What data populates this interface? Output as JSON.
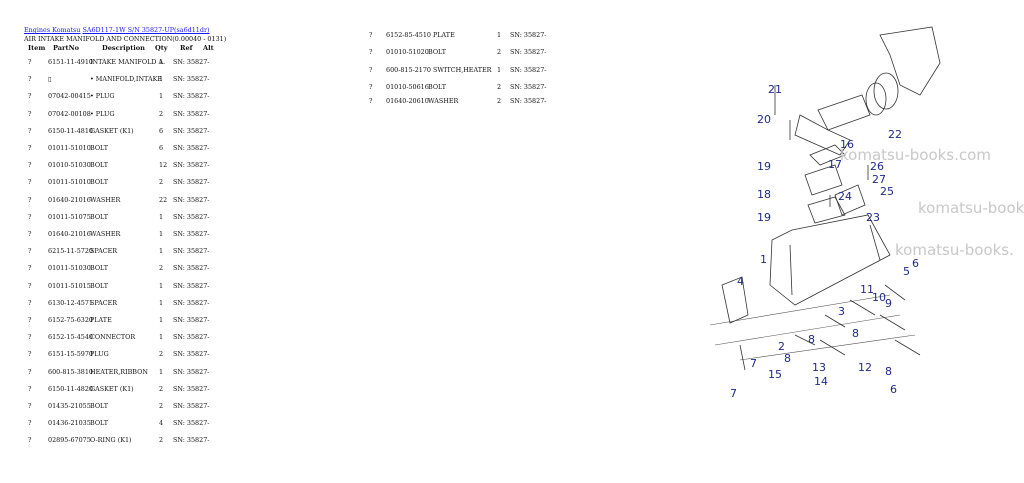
{
  "header": {
    "link1": "Engines Komatsu",
    "link2": "SA6D117-1W S/N 35827-UP(sa6d11dr)",
    "title": "AIR INTAKE MANIFOLD AND CONNECTION(0.00040 - 0131)"
  },
  "columns": {
    "item": "Item",
    "part": "PartNo",
    "desc": "Description",
    "qty": "Qty",
    "ref": "Ref",
    "alt": "Alt"
  },
  "left_rows": [
    {
      "q": "?",
      "pn": "6151-11-4910",
      "desc": "INTAKE MANIFOLD A.",
      "qty": "1",
      "ref": "SN: 35827-"
    },
    {
      "q": "?",
      "pn": "▯",
      "desc": "• MANIFOLD,INTAKE",
      "qty": "1",
      "ref": "SN: 35827-"
    },
    {
      "q": "?",
      "pn": "07042-00415",
      "desc": "• PLUG",
      "qty": "1",
      "ref": "SN: 35827-"
    },
    {
      "q": "?",
      "pn": "07042-00108",
      "desc": "• PLUG",
      "qty": "2",
      "ref": "SN: 35827-"
    },
    {
      "q": "?",
      "pn": "6150-11-4810",
      "desc": "GASKET (K1)",
      "qty": "6",
      "ref": "SN: 35827-"
    },
    {
      "q": "?",
      "pn": "01011-51010",
      "desc": "BOLT",
      "qty": "6",
      "ref": "SN: 35827-"
    },
    {
      "q": "?",
      "pn": "01010-51030",
      "desc": "BOLT",
      "qty": "12",
      "ref": "SN: 35827-"
    },
    {
      "q": "?",
      "pn": "01011-51010",
      "desc": "BOLT",
      "qty": "2",
      "ref": "SN: 35827-"
    },
    {
      "q": "?",
      "pn": "01640-21016",
      "desc": "WASHER",
      "qty": "22",
      "ref": "SN: 35827-"
    },
    {
      "q": "?",
      "pn": "01011-51075",
      "desc": "BOLT",
      "qty": "1",
      "ref": "SN: 35827-"
    },
    {
      "q": "?",
      "pn": "01640-21016",
      "desc": "WASHER",
      "qty": "1",
      "ref": "SN: 35827-"
    },
    {
      "q": "?",
      "pn": "6215-11-5720",
      "desc": "SPACER",
      "qty": "1",
      "ref": "SN: 35827-"
    },
    {
      "q": "?",
      "pn": "01011-51030",
      "desc": "BOLT",
      "qty": "2",
      "ref": "SN: 35827-"
    },
    {
      "q": "?",
      "pn": "01011-51015",
      "desc": "BOLT",
      "qty": "1",
      "ref": "SN: 35827-"
    },
    {
      "q": "?",
      "pn": "6130-12-4571",
      "desc": "SPACER",
      "qty": "1",
      "ref": "SN: 35827-"
    },
    {
      "q": "?",
      "pn": "6152-75-6320",
      "desc": "PLATE",
      "qty": "1",
      "ref": "SN: 35827-"
    },
    {
      "q": "?",
      "pn": "6152-15-4540",
      "desc": "CONNECTOR",
      "qty": "1",
      "ref": "SN: 35827-"
    },
    {
      "q": "?",
      "pn": "6151-15-5970",
      "desc": "PLUG",
      "qty": "2",
      "ref": "SN: 35827-"
    },
    {
      "q": "?",
      "pn": "600-815-3810",
      "desc": "HEATER,RIBBON",
      "qty": "1",
      "ref": "SN: 35827-"
    },
    {
      "q": "?",
      "pn": "6150-11-4820",
      "desc": "GASKET (K1)",
      "qty": "2",
      "ref": "SN: 35827-"
    },
    {
      "q": "?",
      "pn": "01435-21055",
      "desc": "BOLT",
      "qty": "2",
      "ref": "SN: 35827-"
    },
    {
      "q": "?",
      "pn": "01436-21035",
      "desc": "BOLT",
      "qty": "4",
      "ref": "SN: 35827-"
    },
    {
      "q": "?",
      "pn": "02895-67075",
      "desc": "O-RING (K1)",
      "qty": "2",
      "ref": "SN: 35827-"
    }
  ],
  "right_rows": [
    {
      "q": "?",
      "pn": "6152-85-4510",
      "desc": "PLATE",
      "qty": "1",
      "ref": "SN: 35827-"
    },
    {
      "q": "?",
      "pn": "01010-51020",
      "desc": "BOLT",
      "qty": "2",
      "ref": "SN: 35827-"
    },
    {
      "q": "?",
      "pn": "600-815-2170",
      "desc": "SWITCH,HEATER",
      "qty": "1",
      "ref": "SN: 35827-"
    },
    {
      "q": "?",
      "pn": "01010-50616",
      "desc": "BOLT",
      "qty": "2",
      "ref": "SN: 35827-"
    },
    {
      "q": "?",
      "pn": "01640-20610",
      "desc": "WASHER",
      "qty": "2",
      "ref": "SN: 35827-"
    }
  ],
  "diagram": {
    "watermarks": [
      "komatsu-books.com",
      "komatsu-books.com",
      "komatsu-books."
    ],
    "callouts": [
      "21",
      "20",
      "16",
      "17",
      "19",
      "18",
      "19",
      "24",
      "26",
      "27",
      "25",
      "23",
      "22",
      "1",
      "4",
      "6",
      "11",
      "10",
      "9",
      "3",
      "5",
      "2",
      "8",
      "8",
      "8",
      "7",
      "14",
      "15",
      "13",
      "12",
      "8",
      "6",
      "7"
    ]
  }
}
